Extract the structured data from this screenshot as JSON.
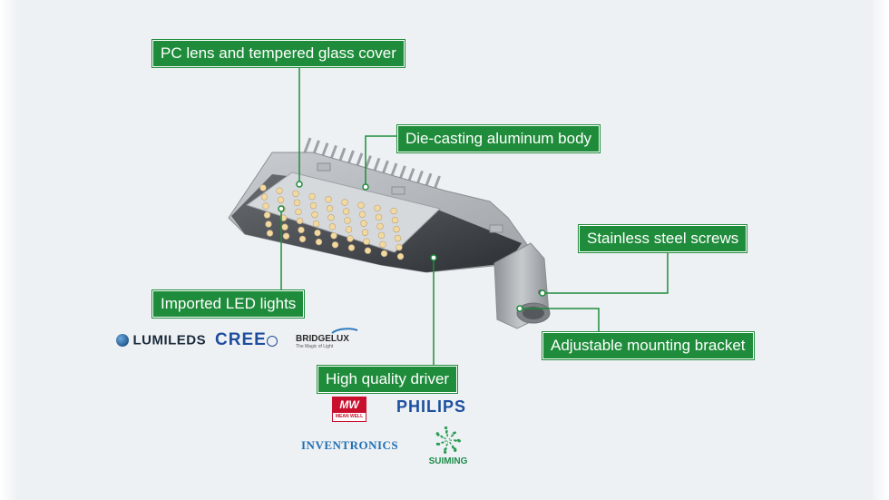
{
  "labels": {
    "lens": "PC lens and tempered glass cover",
    "body": "Die-casting aluminum body",
    "screws": "Stainless steel screws",
    "led": "Imported LED lights",
    "bracket": "Adjustable mounting bracket",
    "driver": "High quality  driver"
  },
  "led_brands": {
    "lumileds": "LUMILEDS",
    "cree": "CREE",
    "bridgelux": "BRIDGELUX",
    "bridgelux_tagline": "The Magic of Light"
  },
  "driver_brands": {
    "meanwell_mark": "MW",
    "meanwell": "MEAN WELL",
    "philips": "PHILIPS",
    "inventronics": "INVENTRONICS",
    "suiming": "SUIMING"
  },
  "colors": {
    "label_bg": "#1f8c3b",
    "leader_line": "#1f8c3b",
    "background": "#eef1f4"
  }
}
